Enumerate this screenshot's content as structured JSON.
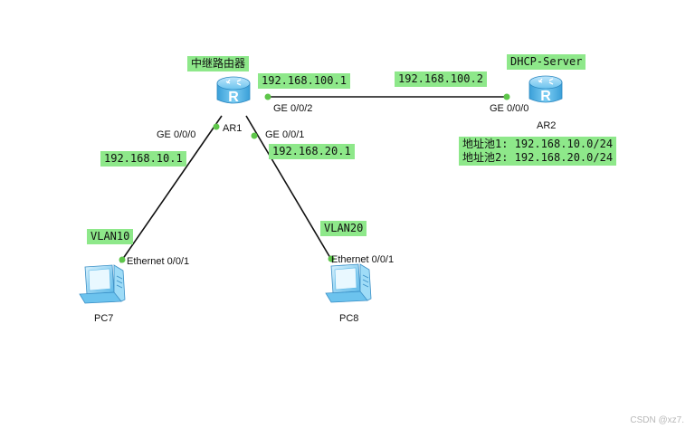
{
  "routers": {
    "ar1": {
      "name": "AR1",
      "role_label": "中继路由器"
    },
    "ar2": {
      "name": "AR2",
      "role_label": "DHCP-Server"
    }
  },
  "pcs": {
    "pc7": {
      "name": "PC7",
      "vlan_label": "VLAN10",
      "port": "Ethernet 0/0/1"
    },
    "pc8": {
      "name": "PC8",
      "vlan_label": "VLAN20",
      "port": "Ethernet 0/0/1"
    }
  },
  "ports": {
    "ar1_g000": "GE 0/0/0",
    "ar1_g001": "GE 0/0/1",
    "ar1_g002": "GE 0/0/2",
    "ar2_g000": "GE 0/0/0"
  },
  "ip_labels": {
    "ar1_g002_ip": "192.168.100.1",
    "ar2_g000_ip": "192.168.100.2",
    "ar1_g000_ip": "192.168.10.1",
    "ar1_g001_ip": "192.168.20.1"
  },
  "address_pools": {
    "pool1": "地址池1: 192.168.10.0/24",
    "pool2": "地址池2: 192.168.20.0/24"
  },
  "watermark": "CSDN @xz7.",
  "colors": {
    "label_bg": "#8ee88a",
    "link": "#111111",
    "port_dot": "#5ec64a",
    "router_body": "#5fb6ea",
    "pc_body": "#6cc3ee"
  }
}
